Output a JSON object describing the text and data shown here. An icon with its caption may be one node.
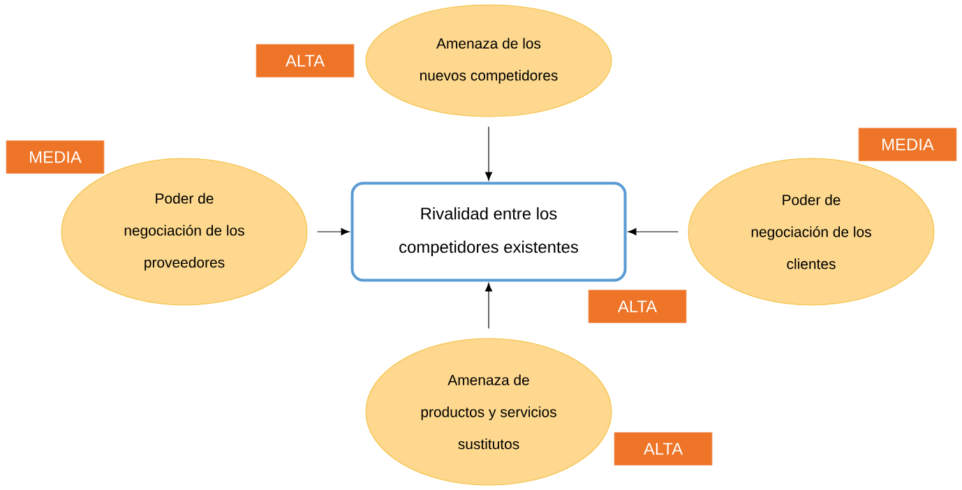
{
  "diagram": {
    "nodes": [
      {
        "text": [
          "ALTA"
        ]
      },
      {
        "text": [
          "Amenaza de los nuevos competidores"
        ]
      },
      {
        "text": [
          "MEDIA"
        ]
      },
      {
        "text": [
          "MEDIA"
        ]
      },
      {
        "text": [
          "Poder de negociación de los proveedores"
        ]
      },
      {
        "text": [
          "Rivalidad entre los competidores existentes"
        ]
      },
      {
        "text": [
          "Poder de negociación de los clientes"
        ]
      },
      {
        "text": [
          "ALTA"
        ]
      },
      {
        "text": [
          "Amenaza de productos y servicios sustitutos"
        ]
      },
      {
        "text": [
          "ALTA"
        ]
      }
    ],
    "edges": [
      {
        "from": 1,
        "to": 5,
        "arrow": "to"
      },
      {
        "from": 4,
        "to": 5,
        "arrow": "to"
      },
      {
        "from": 6,
        "to": 5,
        "arrow": "to"
      },
      {
        "from": 8,
        "to": 5,
        "arrow": "to"
      }
    ]
  }
}
